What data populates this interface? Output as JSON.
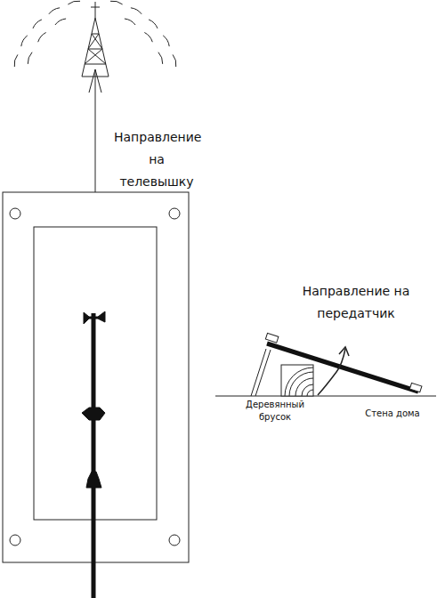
{
  "diagram": {
    "labels": [
      "Направление на телевышку",
      "Направление на передатчик",
      "Деревянный брусок",
      "Стена дома"
    ]
  }
}
